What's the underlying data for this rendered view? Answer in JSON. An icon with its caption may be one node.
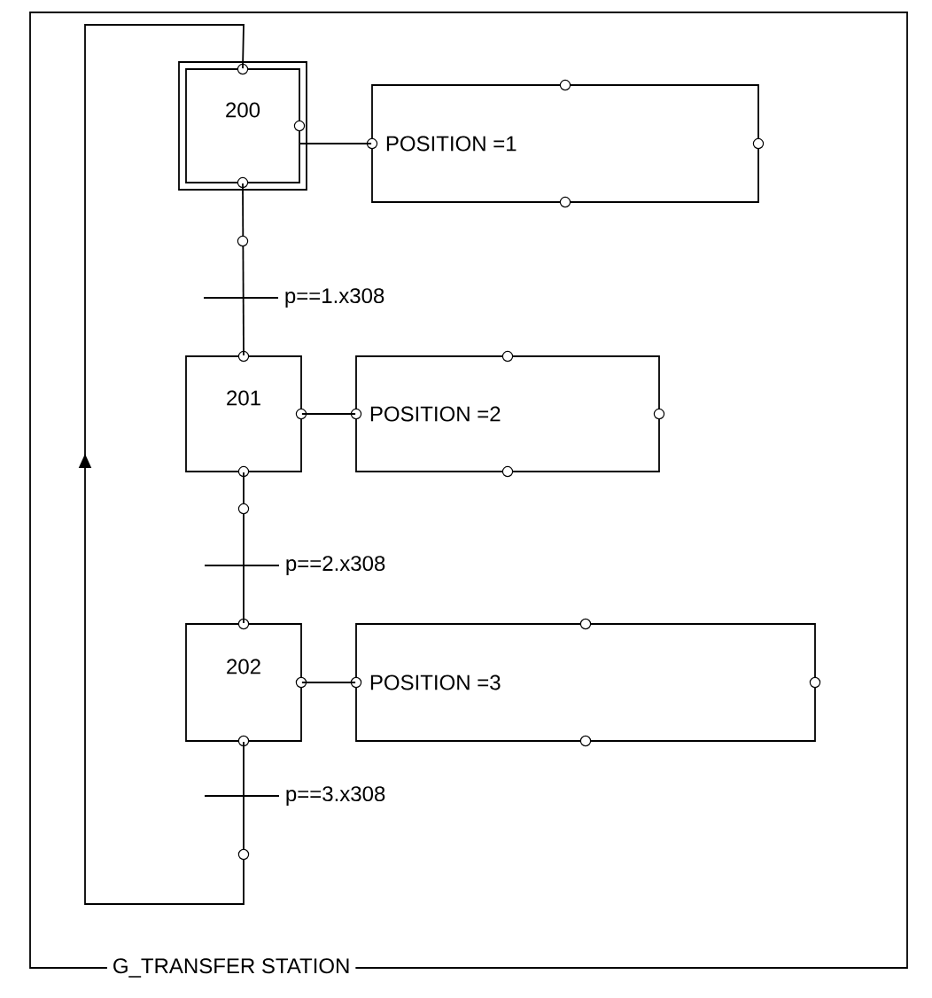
{
  "diagram": {
    "nodes": [
      {
        "text": [
          "G_TRANSFER STATION"
        ]
      },
      {
        "text": [
          "200"
        ],
        "in": 0
      },
      {
        "text": [
          "POSITION =1"
        ],
        "in": 0
      },
      {
        "text": [
          "201"
        ],
        "in": 0
      },
      {
        "text": [
          "POSITION =2"
        ],
        "in": 0
      },
      {
        "text": [
          "202"
        ],
        "in": 0
      },
      {
        "text": [
          "POSITION =3"
        ],
        "in": 0
      }
    ],
    "edges": [
      {
        "from": 1,
        "to": 2,
        "arrow": "none"
      },
      {
        "from": 1,
        "to": 3,
        "arrow": "none",
        "label": "p==1.x308"
      },
      {
        "from": 3,
        "to": 4,
        "arrow": "none"
      },
      {
        "from": 3,
        "to": 5,
        "arrow": "none",
        "label": "p==2.x308"
      },
      {
        "from": 5,
        "to": 6,
        "arrow": "none"
      },
      {
        "from": 5,
        "to": 1,
        "arrow": "to",
        "label": "p==3.x308"
      }
    ]
  }
}
